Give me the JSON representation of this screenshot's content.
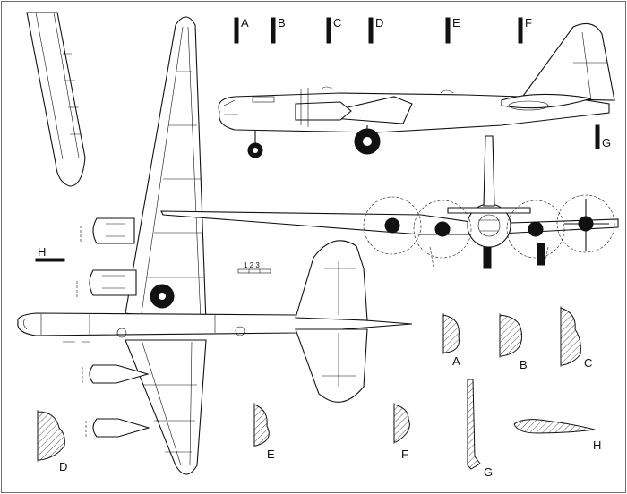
{
  "station_labels": {
    "A": "A",
    "B": "B",
    "C": "C",
    "D": "D",
    "E": "E",
    "F": "F",
    "G": "G",
    "H": "H"
  },
  "scale_bar": {
    "label": "1 2 3"
  }
}
